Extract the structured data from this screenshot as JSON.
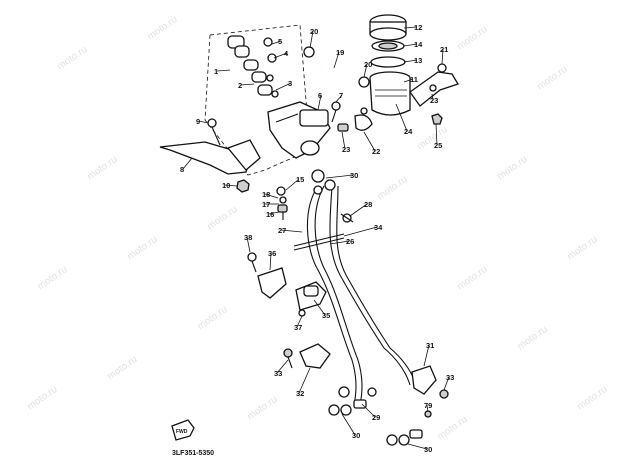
{
  "watermark_text": "moto.ru",
  "diagram_code": "3LF351-5350",
  "part_numbers": [
    "1",
    "2",
    "3",
    "4",
    "5",
    "6",
    "7",
    "8",
    "9",
    "10",
    "11",
    "12",
    "13",
    "14",
    "15",
    "16",
    "17",
    "18",
    "19",
    "20",
    "21",
    "22",
    "23",
    "24",
    "25",
    "26",
    "27",
    "28",
    "29",
    "30",
    "31",
    "32",
    "33",
    "34",
    "35",
    "36",
    "37",
    "38",
    "79"
  ],
  "front_arrow_label": "FWD"
}
